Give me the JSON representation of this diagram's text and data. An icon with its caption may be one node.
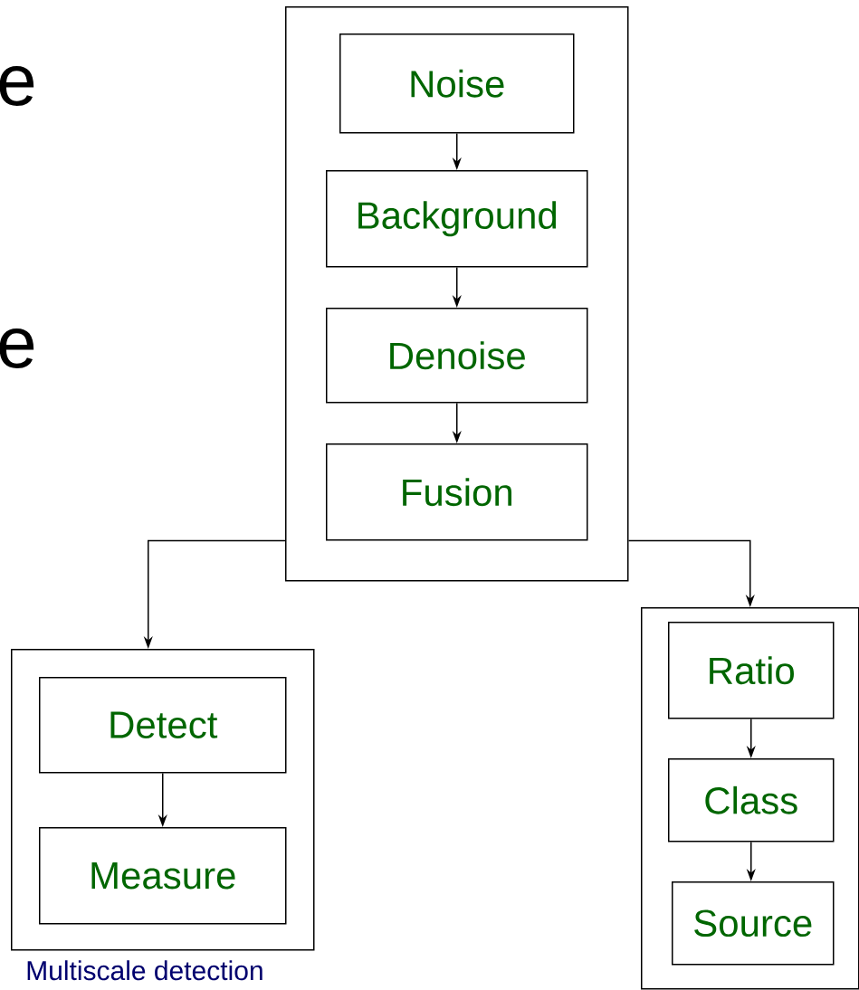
{
  "diagram": {
    "nodes": [
      {
        "text": [],
        "shape": "box"
      },
      {
        "text": [
          "Noise"
        ],
        "in": 0
      },
      {
        "text": [
          "Background"
        ],
        "in": 0
      },
      {
        "text": [
          "Denoise"
        ],
        "in": 0
      },
      {
        "text": [
          "Fusion"
        ],
        "in": 0
      },
      {
        "text": [],
        "shape": "box",
        "beside": [
          "Multiscale detection"
        ]
      },
      {
        "text": [
          "Detect"
        ],
        "in": 5
      },
      {
        "text": [
          "Measure"
        ],
        "in": 5
      },
      {
        "text": [],
        "shape": "box"
      },
      {
        "text": [
          "Ratio"
        ],
        "in": 8
      },
      {
        "text": [
          "Class"
        ],
        "in": 8
      },
      {
        "text": [
          "Source"
        ],
        "in": 8
      }
    ],
    "edges": [
      {
        "from": 1,
        "to": 2,
        "arrow": "to"
      },
      {
        "from": 2,
        "to": 3,
        "arrow": "to"
      },
      {
        "from": 3,
        "to": 4,
        "arrow": "to"
      },
      {
        "from": 0,
        "to": 5,
        "arrow": "to"
      },
      {
        "from": 0,
        "to": 8,
        "arrow": "to"
      },
      {
        "from": 6,
        "to": 7,
        "arrow": "to"
      },
      {
        "from": 9,
        "to": 10,
        "arrow": "to"
      },
      {
        "from": 10,
        "to": 11,
        "arrow": "to"
      }
    ],
    "labels": [
      "e",
      "e"
    ]
  }
}
